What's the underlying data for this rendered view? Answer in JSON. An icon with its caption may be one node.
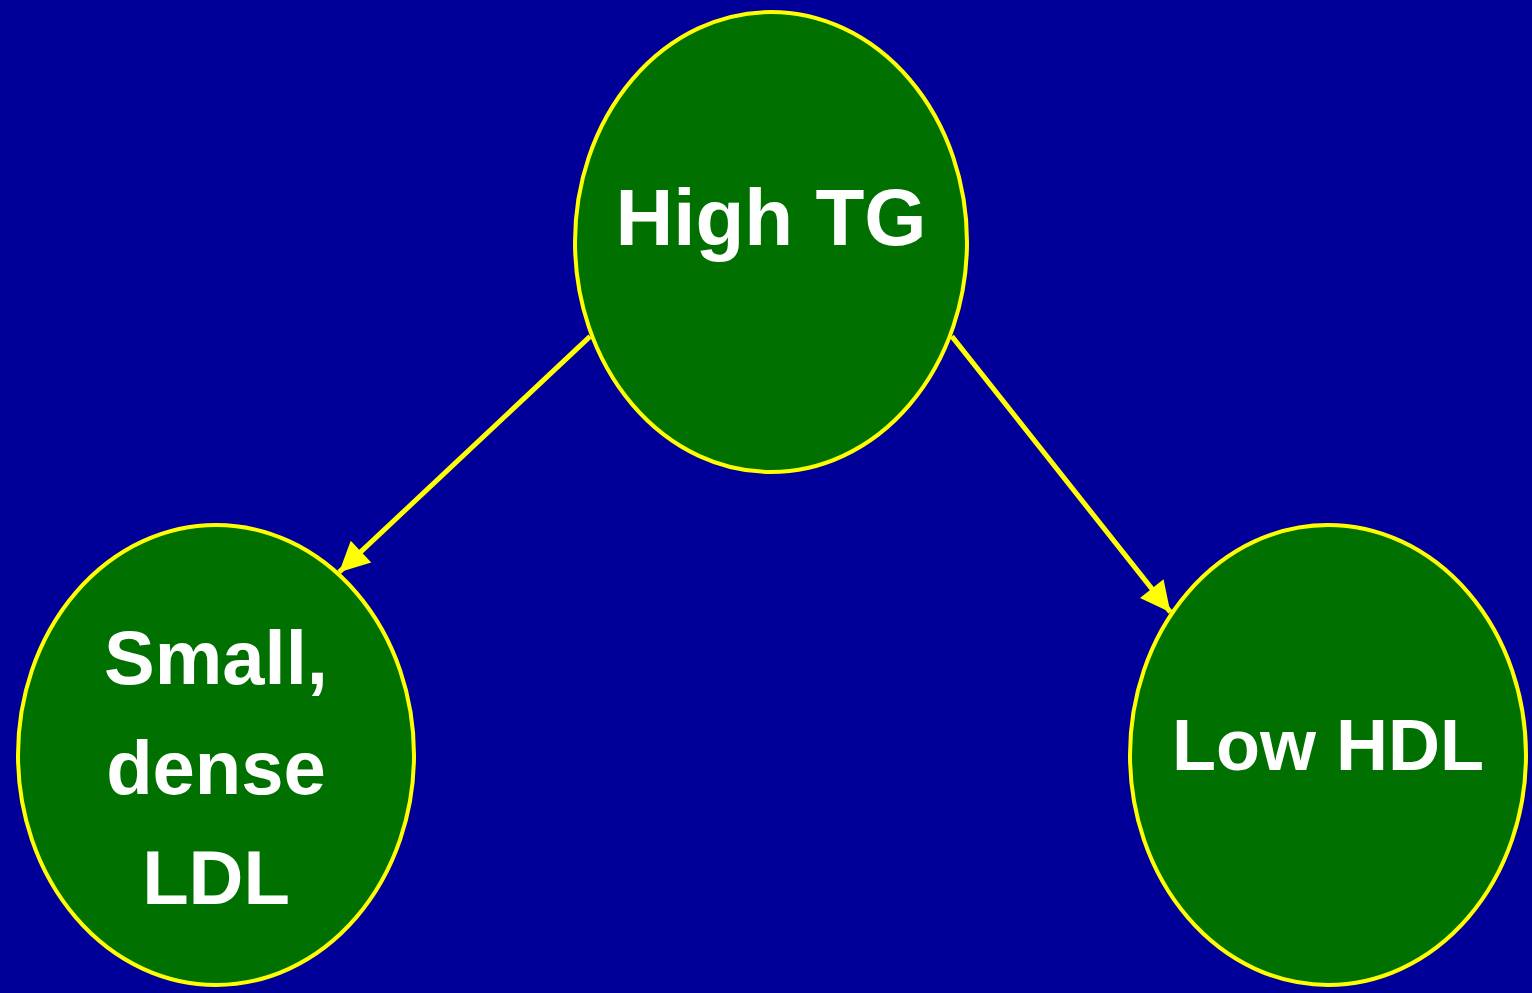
{
  "diagram": {
    "nodes": [
      {
        "text": [
          "High TG"
        ]
      },
      {
        "text": [
          "Small, dense LDL"
        ]
      },
      {
        "text": [
          "Low HDL"
        ]
      }
    ],
    "edges": [
      {
        "from": 0,
        "to": 1,
        "arrow": "to"
      },
      {
        "from": 0,
        "to": 2,
        "arrow": "to"
      }
    ]
  }
}
